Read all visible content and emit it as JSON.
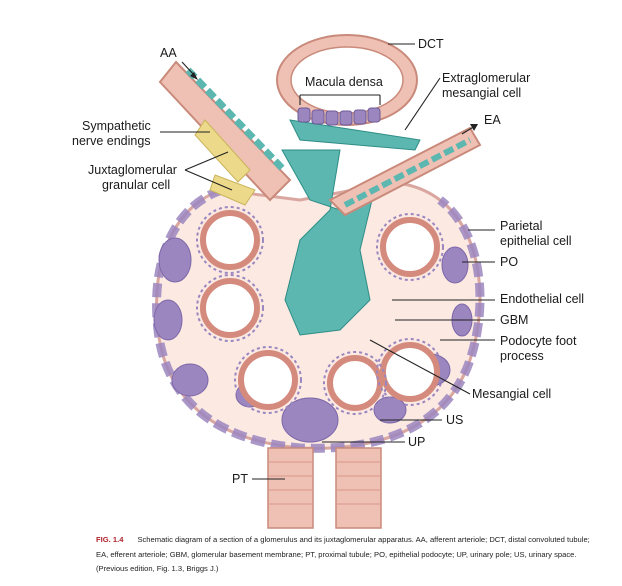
{
  "labels": {
    "aa": "AA",
    "dct": "DCT",
    "macula_densa": "Macula densa",
    "extraglomerular_line1": "Extraglomerular",
    "extraglomerular_line2": "mesangial cell",
    "ea": "EA",
    "sympathetic_line1": "Sympathetic",
    "sympathetic_line2": "nerve endings",
    "juxta_line1": "Juxtaglomerular",
    "juxta_line2": "granular cell",
    "parietal_line1": "Parietal",
    "parietal_line2": "epithelial cell",
    "po": "PO",
    "endothelial": "Endothelial cell",
    "gbm": "GBM",
    "podocyte_line1": "Podocyte foot",
    "podocyte_line2": "process",
    "mesangial": "Mesangial cell",
    "us": "US",
    "up": "UP",
    "pt": "PT"
  },
  "caption": {
    "fig_number": "FIG. 1.4",
    "text": "Schematic diagram of a section of a glomerulus and its juxtaglomerular apparatus. AA, afferent arteriole; DCT, distal convoluted tubule; EA, efferent arteriole; GBM, glomerular basement membrane; PT, proximal tubule; PO, epithelial podocyte; UP, urinary pole; US, urinary space. (Previous edition, Fig. 1.3, Briggs J.)"
  },
  "colors": {
    "capsule_fill": "#fbe9e2",
    "podocyte": "#9b86c0",
    "podocyte_dark": "#7d67a8",
    "capillary_wall": "#d48a7c",
    "mesangium": "#5bb7b0",
    "granular": "#ecd98a",
    "tubule": "#efc1b4",
    "tubule_line": "#c98a7b"
  }
}
